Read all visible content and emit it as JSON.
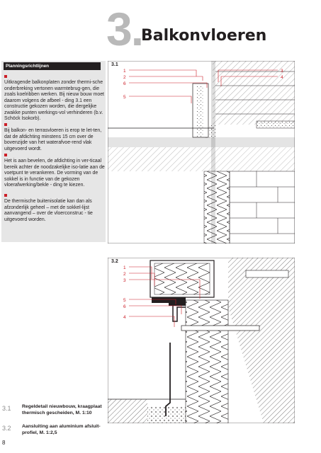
{
  "chapter": {
    "number": "3.",
    "title": "Balkonvloeren"
  },
  "sidebar": {
    "heading": "Planningsrichtlijnen",
    "paragraphs": [
      "Uitkragende balkonplaten zonder thermi-sche onderbreking vertonen warmtebrug-gen, die zoals koelribben werken. Bij nieuw bouw moet daarom volgens de afbeel - ding 3.1 een constructie gekozen worden, die dergelijke zwakke punten werkings-vol verhinderen (b.v. Schöck Isokorb).",
      "Bij balkon- en terrasvloeren is erop te let-ten, dat de afdichting minstens 15 cm over de bovenzijde van het waterafvoe-rend vlak uitgevoerd wordt.",
      "Het is aan bevelen, de afdichting in ver-ticaal bereik achter de noodzakelijke iso-latie aan de voetpunt te verankeren. De vorming van de sokkel is in functie van de gekozen vloerafwerking/bekle - ding te kiezen.",
      "De thermische buitenisolatie kan dan als afzonderlijk geheel – met de sokkel-lijst aanvangend – over de vloerconstruc - tie uitgevoerd worden."
    ]
  },
  "figures": [
    {
      "label": "3.1",
      "callouts_left": [
        "1",
        "2",
        "6",
        "5"
      ],
      "callouts_right": [
        "3",
        "4"
      ]
    },
    {
      "label": "3.2",
      "callouts_left": [
        "1",
        "2",
        "3",
        "5",
        "6",
        "4"
      ]
    }
  ],
  "captions": [
    {
      "number": "3.1",
      "text_line1": "Regeldetail nieuwbouw, kraagplaat",
      "text_line2": "thermisch gescheiden, M. 1:10"
    },
    {
      "number": "3.2",
      "text_line1": "Aansluiting aan aluminium afsluit-",
      "text_line2": "profiel, M. 1:2,5"
    }
  ],
  "page_number": "8",
  "colors": {
    "accent": "#cc1f28",
    "sidebar_bg": "#e6e6e6",
    "chapter_gray": "#b9b9b9"
  }
}
